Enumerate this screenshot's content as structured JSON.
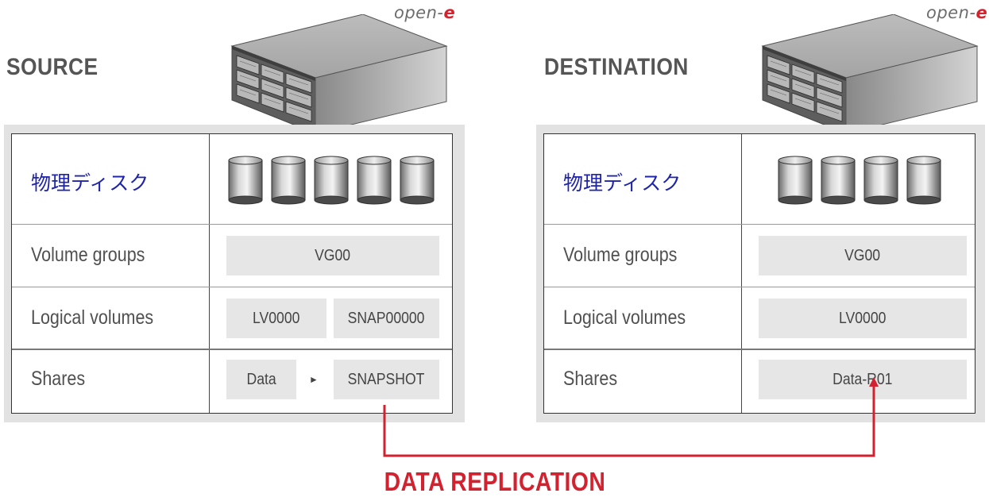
{
  "brand": {
    "logo_text": "open-",
    "logo_accent": "e"
  },
  "source": {
    "heading": "SOURCE",
    "rows": {
      "disks": {
        "label": "物理ディスク",
        "disk_count": 5
      },
      "volume_groups": {
        "label": "Volume groups",
        "value": "VG00"
      },
      "logical_volumes": {
        "label": "Logical volumes",
        "values": [
          "LV0000",
          "SNAP00000"
        ]
      },
      "shares": {
        "label": "Shares",
        "values": [
          "Data",
          "SNAPSHOT"
        ]
      }
    }
  },
  "destination": {
    "heading": "DESTINATION",
    "rows": {
      "disks": {
        "label": "物理ディスク",
        "disk_count": 4
      },
      "volume_groups": {
        "label": "Volume groups",
        "value": "VG00"
      },
      "logical_volumes": {
        "label": "Logical volumes",
        "values": [
          "LV0000"
        ]
      },
      "shares": {
        "label": "Shares",
        "values": [
          "Data-R01"
        ]
      }
    }
  },
  "replication_label": "DATA REPLICATION",
  "colors": {
    "accent_red": "#d3222f",
    "jp_label_blue": "#1f24a8",
    "frame_gray": "#e2e2e2",
    "box_gray": "#e6e6e6"
  }
}
